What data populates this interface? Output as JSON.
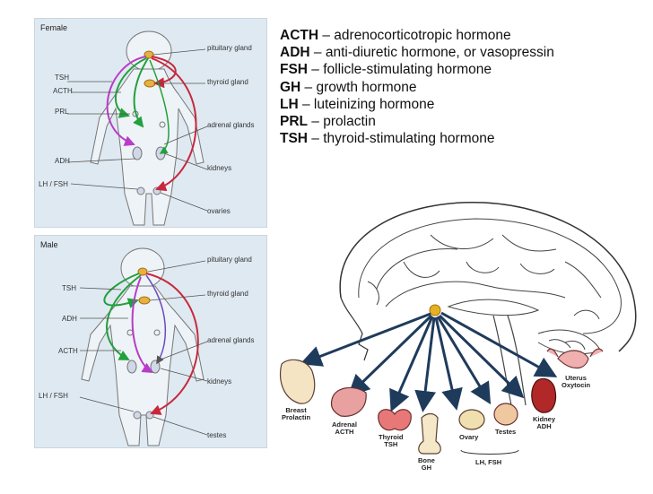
{
  "female_panel": {
    "title": "Female",
    "labels": {
      "pituitary": "pituitary gland",
      "thyroid": "thyroid gland",
      "adrenal": "adrenal glands",
      "kidneys": "kidneys",
      "ovaries": "ovaries",
      "tsh": "TSH",
      "acth": "ACTH",
      "prl": "PRL",
      "adh": "ADH",
      "lhfsh": "LH / FSH"
    }
  },
  "male_panel": {
    "title": "Male",
    "labels": {
      "pituitary": "pituitary gland",
      "thyroid": "thyroid gland",
      "adrenal": "adrenal glands",
      "kidneys": "kidneys",
      "testes": "testes",
      "tsh": "TSH",
      "adh": "ADH",
      "acth": "ACTH",
      "lhfsh": "LH / FSH"
    }
  },
  "glossary": [
    {
      "abbr": "ACTH",
      "definition": " – adrenocorticotropic hormone"
    },
    {
      "abbr": "ADH",
      "definition": " – anti-diuretic hormone, or vasopressin"
    },
    {
      "abbr": "FSH",
      "definition": " – follicle-stimulating hormone"
    },
    {
      "abbr": "GH",
      "definition": " – growth hormone"
    },
    {
      "abbr": "LH",
      "definition": " – luteinizing hormone"
    },
    {
      "abbr": "PRL",
      "definition": " – prolactin"
    },
    {
      "abbr": "TSH",
      "definition": " – thyroid-stimulating hormone"
    }
  ],
  "brain_targets": {
    "breast": {
      "l1": "Breast",
      "l2": "Prolactin"
    },
    "adrenal": {
      "l1": "Adrenal",
      "l2": "ACTH"
    },
    "thyroid": {
      "l1": "Thyroid",
      "l2": "TSH"
    },
    "bone": {
      "l1": "Bone",
      "l2": "GH"
    },
    "ovary": {
      "l1": "Ovary"
    },
    "testes": {
      "l1": "Testes"
    },
    "lhfsh": {
      "l1": "LH, FSH"
    },
    "kidney": {
      "l1": "Kidney",
      "l2": "ADH"
    },
    "uterus": {
      "l1": "Uterus",
      "l2": "Oxytocin"
    }
  },
  "colors": {
    "panel_bg": "#dfe9f1",
    "green_arrow": "#22a03c",
    "red_arrow": "#c8283c",
    "magenta_arrow": "#b83cc8",
    "purple_arrow": "#6a4cc0",
    "brain_arrow": "#1f3b5c"
  }
}
